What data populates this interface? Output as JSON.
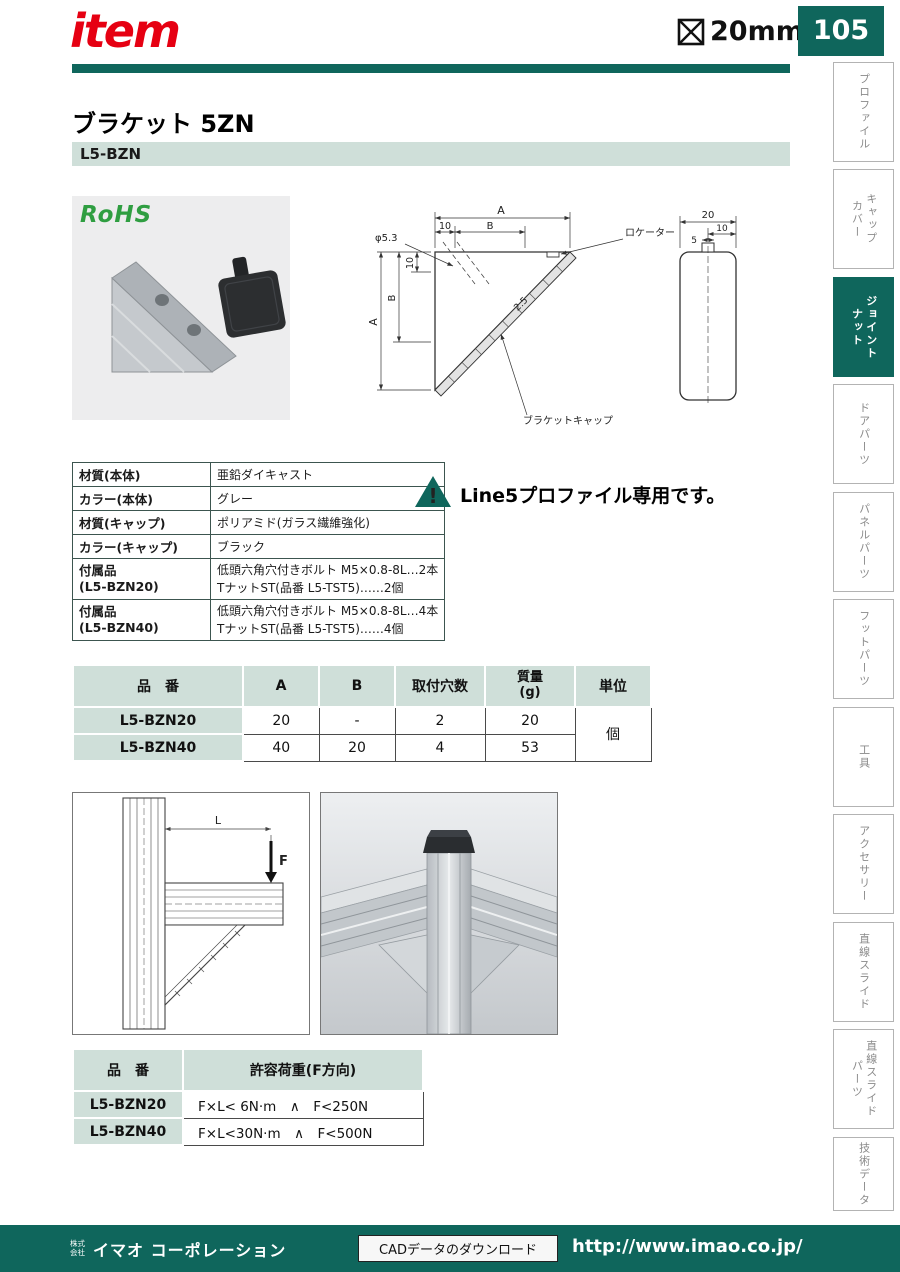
{
  "header": {
    "brand": "item",
    "size_label": "20mm",
    "page_number": "105"
  },
  "sidebar": {
    "items": [
      "プロファイル",
      "キャップ\nカバー",
      "ジョイント\nナット",
      "ドアパーツ",
      "パネルパーツ",
      "フットパーツ",
      "工具",
      "アクセサリー",
      "直線スライド",
      "直線スライド\nパーツ",
      "技術データ"
    ],
    "active_index": 2
  },
  "product": {
    "title": "ブラケット 5ZN",
    "model": "L5-BZN",
    "rohs": "RoHS"
  },
  "materials": {
    "r1": {
      "label": "材質(本体)",
      "value": "亜鉛ダイキャスト"
    },
    "r2": {
      "label": "カラー(本体)",
      "value": "グレー"
    },
    "r3": {
      "label": "材質(キャップ)",
      "value": "ポリアミド(ガラス繊維強化)"
    },
    "r4": {
      "label": "カラー(キャップ)",
      "value": "ブラック"
    },
    "r5": {
      "label1": "付属品",
      "label2": "(L5-BZN20)",
      "v1": "低頭六角穴付きボルト M5×0.8-8L…2本",
      "v2": "TナットST(品番 L5-TST5)……2個"
    },
    "r6": {
      "label1": "付属品",
      "label2": "(L5-BZN40)",
      "v1": "低頭六角穴付きボルト M5×0.8-8L…4本",
      "v2": "TナットST(品番 L5-TST5)……4個"
    }
  },
  "warning": {
    "text": "Line5プロファイル専用です。",
    "mark": "!"
  },
  "spec_table": {
    "headers": {
      "part": "品　番",
      "a": "A",
      "b": "B",
      "holes": "取付穴数",
      "mass1": "質量",
      "mass2": "(g)",
      "unit": "単位"
    },
    "rows": [
      {
        "part": "L5-BZN20",
        "a": "20",
        "b": "-",
        "holes": "2",
        "mass": "20"
      },
      {
        "part": "L5-BZN40",
        "a": "40",
        "b": "20",
        "holes": "4",
        "mass": "53"
      }
    ],
    "unit_value": "個"
  },
  "load_table": {
    "headers": {
      "part": "品　番",
      "load": "許容荷重(F方向)"
    },
    "rows": [
      {
        "part": "L5-BZN20",
        "load": "F×L< 6N·m　∧　F<250N"
      },
      {
        "part": "L5-BZN40",
        "load": "F×L<30N·m　∧　F<500N"
      }
    ]
  },
  "drawing": {
    "a": "A",
    "b": "B",
    "ten": "10",
    "hole_dia": "φ5.3",
    "locator": "ロケーター",
    "thickness": "2.5",
    "cap_label": "ブラケットキャップ",
    "w20": "20",
    "w5": "5"
  },
  "app_drawing": {
    "length": "L",
    "force": "F"
  },
  "footer": {
    "company_prefix": "株式会社",
    "company": "イマオ コーポレーション",
    "cad": "CADデータのダウンロード",
    "url": "http://www.imao.co.jp/"
  },
  "colors": {
    "teal": "#0f665c",
    "light_teal": "#cfdfd9",
    "brand_red": "#e60012",
    "rohs_green": "#2f9e41"
  }
}
